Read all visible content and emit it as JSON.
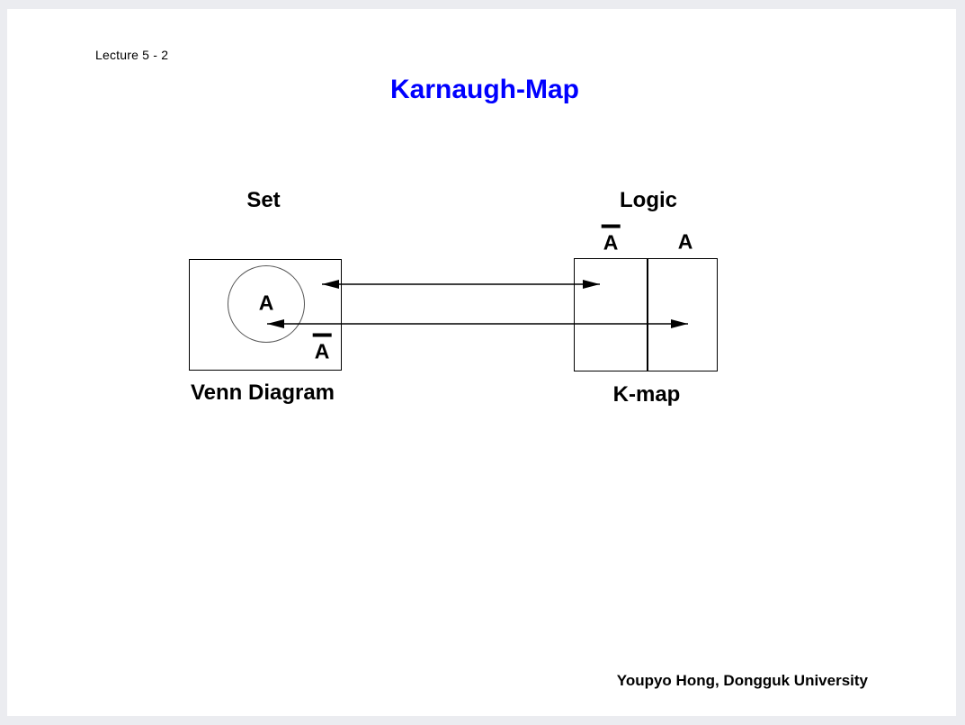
{
  "slide": {
    "lecture_label": "Lecture 5 - 2",
    "title": "Karnaugh-Map",
    "footer": "Youpyo Hong, Dongguk University"
  },
  "comparison": {
    "left_heading": "Set",
    "right_heading": "Logic",
    "venn": {
      "set_label": "A",
      "complement_label": "A",
      "complement_has_overbar": true,
      "caption": "Venn Diagram"
    },
    "kmap": {
      "columns": [
        {
          "label": "A",
          "overbar": true
        },
        {
          "label": "A",
          "overbar": false
        }
      ],
      "caption": "K-map"
    },
    "connectors": [
      {
        "from": "venn-complement-region",
        "to": "kmap-not-a-cell",
        "style": "double-headed-arrow"
      },
      {
        "from": "venn-a-region",
        "to": "kmap-a-cell",
        "style": "double-headed-arrow"
      }
    ]
  },
  "colors": {
    "title": "#0000ff",
    "text": "#000000",
    "line": "#000000",
    "page_margin": "#ebecf0"
  }
}
